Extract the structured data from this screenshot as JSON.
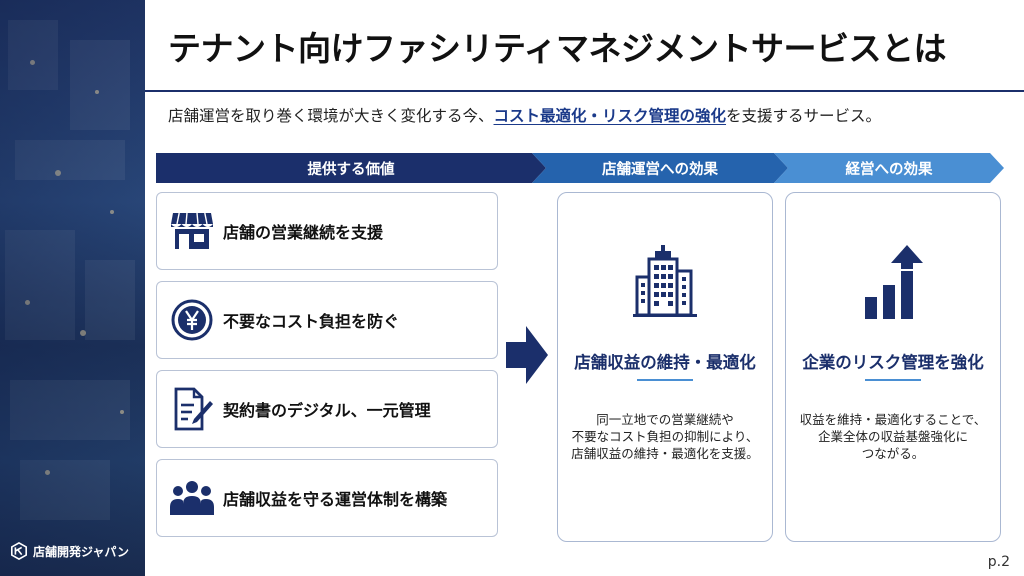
{
  "slide": {
    "title": "テナント向けファシリティマネジメントサービスとは",
    "subtitle_pre": "店舗運営を取り巻く環境が大きく変化する今、",
    "subtitle_highlight": "コスト最適化・リスク管理の強化",
    "subtitle_post": "を支援するサービス。",
    "page_number": "p.2"
  },
  "brand": {
    "name": "店舗開発ジャパン"
  },
  "headers": {
    "value": "提供する価値",
    "store_effect": "店舗運営への効果",
    "business_effect": "経営への効果"
  },
  "values": [
    {
      "label": "店舗の営業継続を支援",
      "icon": "storefront-icon"
    },
    {
      "label": "不要なコスト負担を防ぐ",
      "icon": "yen-coin-icon"
    },
    {
      "label": "契約書のデジタル、一元管理",
      "icon": "document-pen-icon"
    },
    {
      "label": "店舗収益を守る運営体制を構築",
      "icon": "team-people-icon"
    }
  ],
  "effects": [
    {
      "title": "店舗収益の維持・最適化",
      "icon": "building-icon",
      "desc": [
        "同一立地での営業継続や",
        "不要なコスト負担の抑制により、",
        "店舗収益の維持・最適化を支援。"
      ]
    },
    {
      "title": "企業のリスク管理を強化",
      "icon": "growth-chart-icon",
      "desc": [
        "収益を維持・最適化することで、",
        "企業全体の収益基盤強化に",
        "つながる。"
      ]
    }
  ],
  "colors": {
    "navy": "#1b2f6b",
    "blue": "#2563ad",
    "light_blue": "#4a8fd3"
  }
}
